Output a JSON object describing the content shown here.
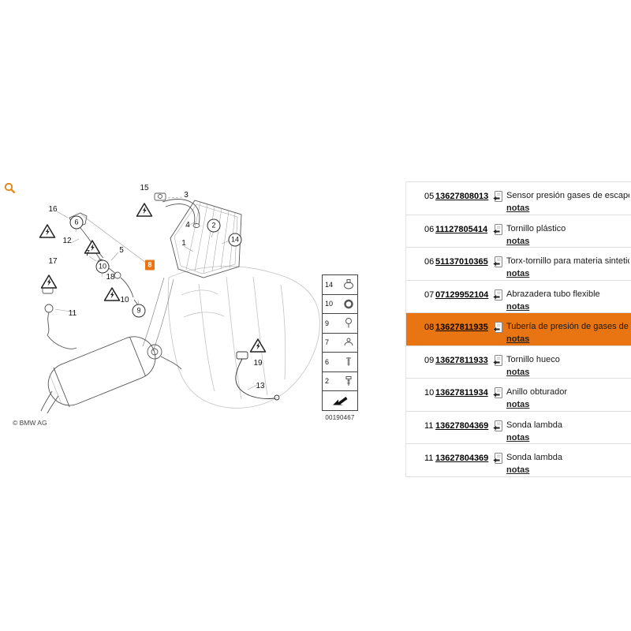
{
  "colors": {
    "accent_orange": "#E87511",
    "magnifier_orange": "#E8820C"
  },
  "diagram": {
    "copyright": "© BMW AG",
    "image_number": "00190467",
    "callouts": [
      {
        "label": "15",
        "shape": "plain"
      },
      {
        "label": "3",
        "shape": "plain"
      },
      {
        "label": "16",
        "shape": "plain"
      },
      {
        "label": "6",
        "shape": "circle"
      },
      {
        "label": "4",
        "shape": "plain"
      },
      {
        "label": "2",
        "shape": "circle"
      },
      {
        "label": "14",
        "shape": "circle"
      },
      {
        "label": "1",
        "shape": "plain"
      },
      {
        "label": "12",
        "shape": "plain"
      },
      {
        "label": "7",
        "shape": "plain"
      },
      {
        "label": "5",
        "shape": "plain"
      },
      {
        "label": "17",
        "shape": "plain"
      },
      {
        "label": "10",
        "shape": "circle"
      },
      {
        "label": "8",
        "shape": "highlight"
      },
      {
        "label": "18",
        "shape": "plain"
      },
      {
        "label": "10",
        "shape": "plain"
      },
      {
        "label": "9",
        "shape": "circle"
      },
      {
        "label": "11",
        "shape": "plain"
      },
      {
        "label": "19",
        "shape": "plain"
      },
      {
        "label": "13",
        "shape": "plain"
      }
    ],
    "legend_items": [
      {
        "label": "14",
        "icon": "hose-clamp-icon"
      },
      {
        "label": "10",
        "icon": "seal-ring-icon"
      },
      {
        "label": "9",
        "icon": "banjo-bolt-icon"
      },
      {
        "label": "7",
        "icon": "clamp-icon"
      },
      {
        "label": "6",
        "icon": "screw-icon"
      },
      {
        "label": "2",
        "icon": "bolt-icon"
      }
    ]
  },
  "parts_table": {
    "rows": [
      {
        "pos": "05",
        "part_number": "13627808013",
        "description": "Sensor presión gases de escape",
        "notes_label": "notas",
        "highlighted": false
      },
      {
        "pos": "06",
        "part_number": "11127805414",
        "description": "Tornillo plástico",
        "notes_label": "notas",
        "highlighted": false
      },
      {
        "pos": "06",
        "part_number": "51137010365",
        "description": "Torx-tornillo para materia sintetica",
        "notes_label": "notas",
        "highlighted": false
      },
      {
        "pos": "07",
        "part_number": "07129952104",
        "description": "Abrazadera tubo flexible",
        "notes_label": "notas",
        "highlighted": false
      },
      {
        "pos": "08",
        "part_number": "13627811935",
        "description": "Tubería de presión de gases de escape",
        "notes_label": "notas",
        "highlighted": true
      },
      {
        "pos": "09",
        "part_number": "13627811933",
        "description": "Tornillo hueco",
        "notes_label": "notas",
        "highlighted": false
      },
      {
        "pos": "10",
        "part_number": "13627811934",
        "description": "Anillo obturador",
        "notes_label": "notas",
        "highlighted": false
      },
      {
        "pos": "11",
        "part_number": "13627804369",
        "description": "Sonda lambda",
        "notes_label": "notas",
        "highlighted": false
      },
      {
        "pos": "11",
        "part_number": "13627804369",
        "description": "Sonda lambda",
        "notes_label": "notas",
        "highlighted": false
      }
    ]
  }
}
